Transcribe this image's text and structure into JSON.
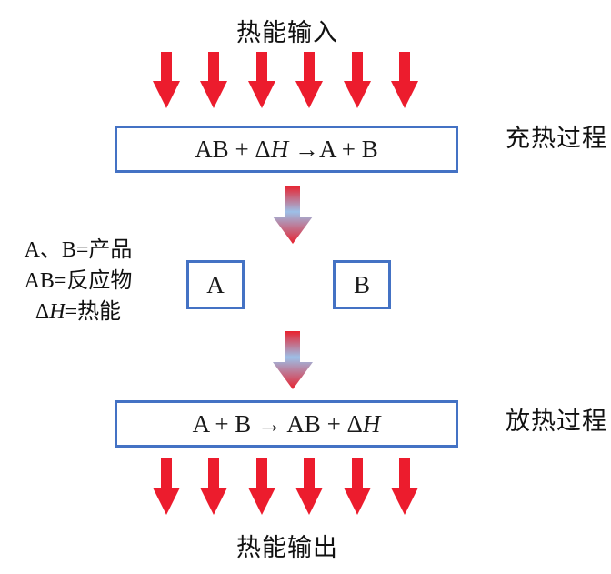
{
  "diagram": {
    "top_label": "热能输入",
    "bottom_label": "热能输出",
    "charge_label": "充热过程",
    "discharge_label": "放热过程",
    "charge_reaction": {
      "pre": "AB + Δ",
      "italic": "H",
      "post": " →A + B"
    },
    "discharge_reaction": {
      "pre": "A + B → AB + Δ",
      "italic": "H",
      "post": ""
    },
    "legend": {
      "lines": [
        {
          "pre": "A、B=产品",
          "italic": "",
          "post": ""
        },
        {
          "pre": "AB=反应物",
          "italic": "",
          "post": ""
        },
        {
          "pre": "Δ",
          "italic": "H",
          "post": "=热能"
        }
      ]
    },
    "product_a": "A",
    "product_b": "B",
    "colors": {
      "arrow_red": "#ec1c2d",
      "arrow_gradient_mid_blue": "#9cc0e8",
      "box_border_blue": "#4472c4",
      "text": "#111111"
    }
  }
}
